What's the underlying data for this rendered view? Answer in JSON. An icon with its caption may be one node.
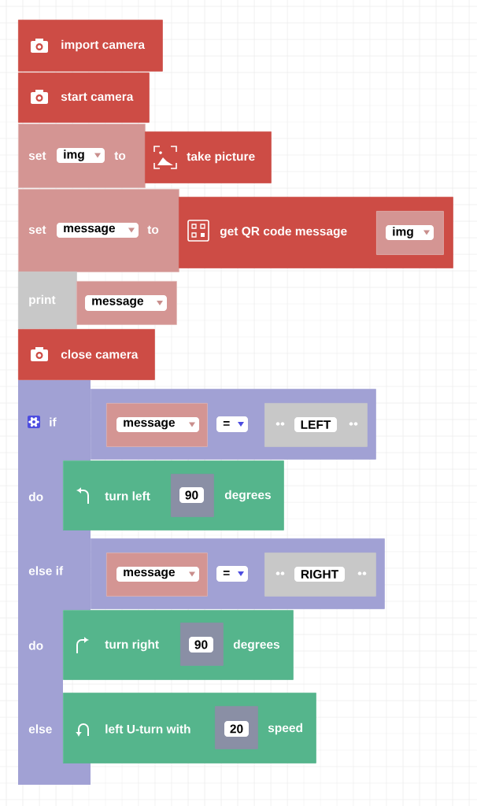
{
  "diagram": {
    "nodes": [
      {
        "text": [
          "import camera"
        ]
      },
      {
        "text": [
          "start camera"
        ]
      },
      {
        "text": [
          "set",
          "img",
          "to"
        ]
      },
      {
        "text": [
          "take picture"
        ]
      },
      {
        "text": [
          "set",
          "message",
          "to"
        ]
      },
      {
        "text": [
          "get QR code message"
        ]
      },
      {
        "text": [
          "img"
        ],
        "in": 5
      },
      {
        "text": [
          "print"
        ]
      },
      {
        "text": [
          "message"
        ]
      },
      {
        "text": [
          "close camera"
        ]
      },
      {
        "text": [
          "if",
          "do",
          "else if",
          "do",
          "else"
        ]
      },
      {
        "text": [
          "="
        ]
      },
      {
        "text": [
          "message"
        ],
        "in": 11
      },
      {
        "text": [
          "LEFT"
        ],
        "in": 11
      },
      {
        "text": [
          "turn left",
          "degrees"
        ]
      },
      {
        "text": [
          "90"
        ],
        "in": 14
      },
      {
        "text": [
          "="
        ]
      },
      {
        "text": [
          "message"
        ],
        "in": 16
      },
      {
        "text": [
          "RIGHT"
        ],
        "in": 16
      },
      {
        "text": [
          "turn right",
          "degrees"
        ]
      },
      {
        "text": [
          "90"
        ],
        "in": 19
      },
      {
        "text": [
          "left U-turn with",
          "speed"
        ]
      },
      {
        "text": [
          "20"
        ],
        "in": 21
      }
    ]
  }
}
